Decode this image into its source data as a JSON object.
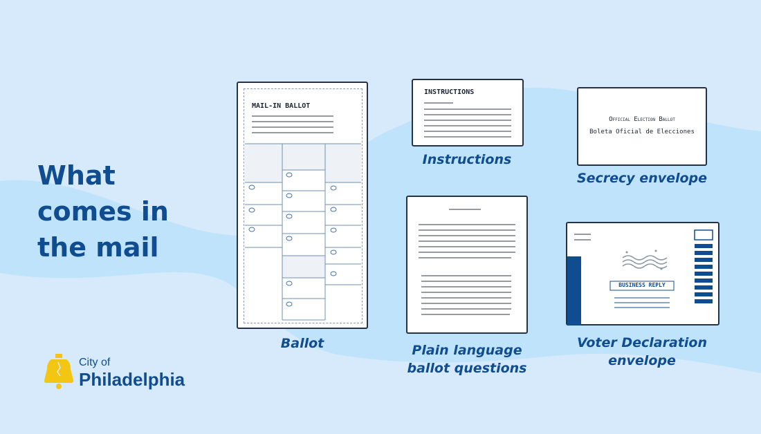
{
  "headline": {
    "line1": "What",
    "line2": "comes in",
    "line3": "the mail"
  },
  "colors": {
    "background": "#d6eafb",
    "wave": "#bfe3fb",
    "brand_blue": "#0f4d90",
    "liberty_bell": "#f3c613"
  },
  "items": {
    "ballot": {
      "caption": "Ballot",
      "doc_title": "MAIL-IN BALLOT"
    },
    "instructions": {
      "caption": "Instructions",
      "doc_title": "INSTRUCTIONS"
    },
    "secrecy": {
      "caption": "Secrecy envelope",
      "line1": "Official Election Ballot",
      "line2": "Boleta Oficial de Elecciones"
    },
    "plain_language": {
      "caption_line1": "Plain language",
      "caption_line2": "ballot questions"
    },
    "declaration": {
      "caption_line1": "Voter Declaration",
      "caption_line2": "envelope",
      "label": "BUSINESS REPLY"
    }
  },
  "logo": {
    "line1": "City of",
    "line2": "Philadelphia",
    "icon": "liberty-bell-icon"
  }
}
